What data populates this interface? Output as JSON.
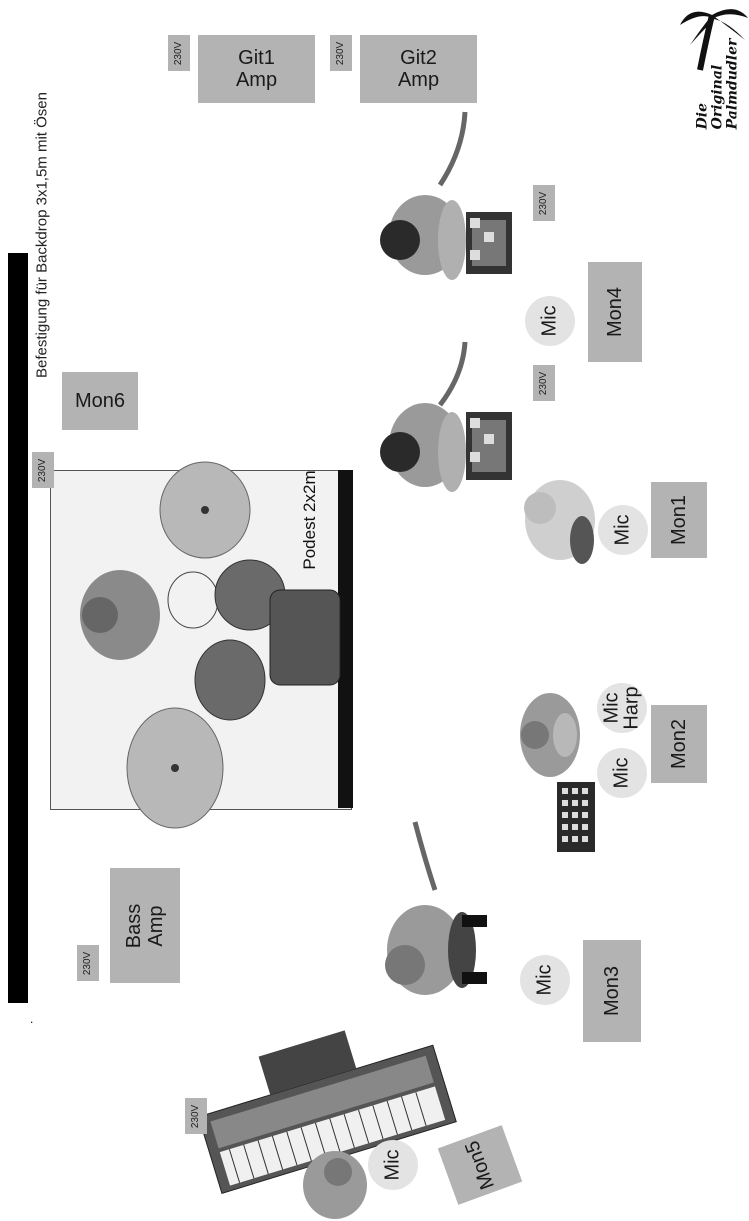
{
  "backdrop": {
    "label": "Befestigung für Backdrop 3x1,5m mit Ösen"
  },
  "podest": {
    "label": "Podest 2x2m"
  },
  "amps": {
    "git1": "Git1\nAmp",
    "git2": "Git2\nAmp",
    "bass": "Bass\nAmp"
  },
  "monitors": {
    "mon1": "Mon1",
    "mon2": "Mon2",
    "mon3": "Mon3",
    "mon4": "Mon4",
    "mon5": "Mon5",
    "mon6": "Mon6"
  },
  "mics": {
    "mon4": "Mic",
    "mon1": "Mic",
    "harp": "Mic\nHarp",
    "mon2": "Mic",
    "mon3": "Mic",
    "mon5": "Mic"
  },
  "power": {
    "git1": "230V",
    "git2": "230V",
    "guitar1": "230V",
    "guitar2": "230V",
    "drums": "230V",
    "bass": "230V",
    "keys": "230V"
  },
  "logo": {
    "text": "Die\nOriginal\nPalmdudler"
  },
  "misc": {
    "dot": "."
  },
  "colors": {
    "box": "#b3b3b3",
    "mic": "#e3e3e3",
    "rail": "#000000"
  }
}
